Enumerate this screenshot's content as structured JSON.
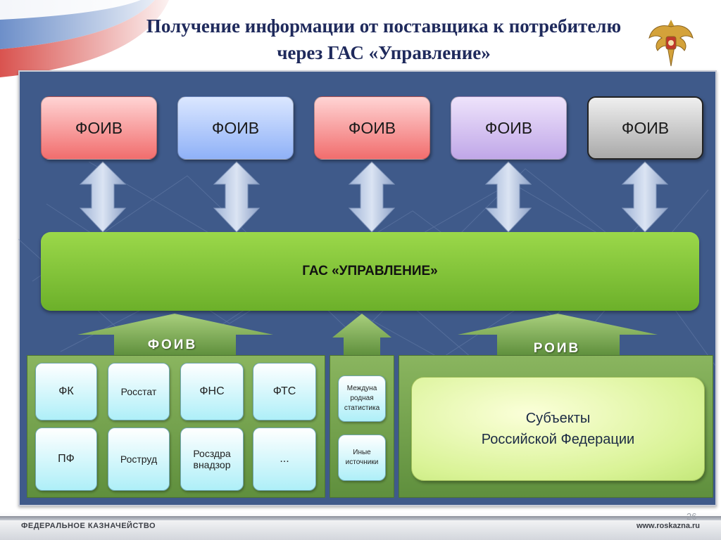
{
  "title": {
    "line1": "Получение информации от поставщика к потребителю",
    "line2": "через ГАС «Управление»"
  },
  "foiv_top": [
    "ФОИВ",
    "ФОИВ",
    "ФОИВ",
    "ФОИВ",
    "ФОИВ"
  ],
  "gas_label": "ГАС «УПРАВЛЕНИЕ»",
  "arrow_labels": {
    "left": "ФОИВ",
    "right": "РОИВ"
  },
  "foiv_sources": [
    "ФК",
    "Росстат",
    "ФНС",
    "ФТС",
    "ПФ",
    "Роструд",
    "Росздра внадзор",
    "..."
  ],
  "middle_sources": [
    "Междуна родная статистика",
    "Иные источники"
  ],
  "subjects": {
    "line1": "Субъекты",
    "line2": "Российской Федерации"
  },
  "footer": {
    "left": "ФЕДЕРАЛЬНОЕ КАЗНАЧЕЙСТВО",
    "right": "www.roskazna.ru",
    "page": "26"
  },
  "icons": [
    "russian-flag-decoration",
    "emblem-icon",
    "double-arrow-icon",
    "up-arrow-icon"
  ],
  "colors": {
    "panel": "#3f5a8a",
    "gas": "#7fc238",
    "zone": "#75a24b",
    "title": "#1f2a5c"
  }
}
